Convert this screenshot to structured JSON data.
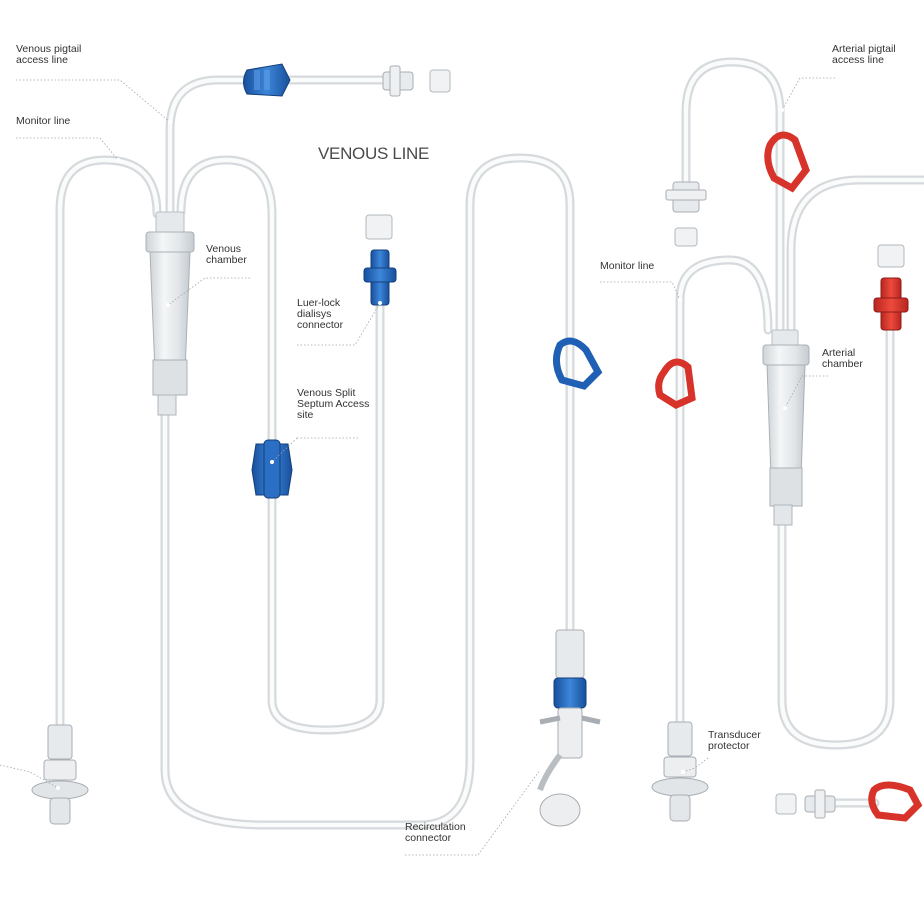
{
  "title": "VENOUS LINE",
  "labels": {
    "venous_pigtail": "Venous pigtail\naccess line",
    "monitor_line_left": "Monitor line",
    "venous_chamber": "Venous\nchamber",
    "luer_lock": "Luer-lock\ndialisys\nconnector",
    "split_septum": "Venous Split\nSeptum Access\nsite",
    "recirculation": "Recirculation\nconnector",
    "arterial_pigtail": "Arterial pigtail\naccess line",
    "monitor_line_right": "Monitor line",
    "arterial_chamber": "Arterial\nchamber",
    "transducer": "Transducer\nprotector"
  },
  "colors": {
    "tube": "#d9dde0",
    "tube_inner": "#f7f8f9",
    "venous_blue": "#1f5fb4",
    "arterial_red": "#d8332a",
    "leader": "#a0a0a0",
    "text": "#333333"
  },
  "icons": {
    "venous_clamp": "blue-clamp-icon",
    "arterial_clamp": "red-clamp-icon",
    "luer_connector": "blue-luer-connector-icon",
    "split_septum": "blue-septum-port-icon",
    "transducer": "transducer-protector-icon"
  }
}
